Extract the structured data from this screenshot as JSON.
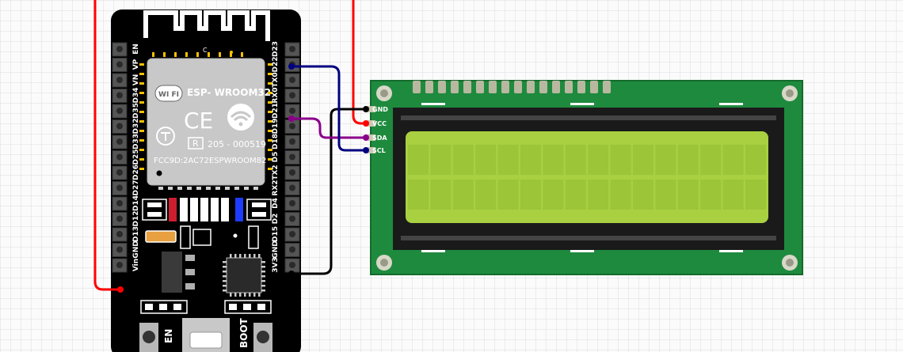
{
  "esp32": {
    "module_name": "ESP- WROOM32",
    "wifi_logo": "WI FI",
    "ce_mark": "CE",
    "shield_letter": "C",
    "r_mark": "R",
    "cert_number": "205 - 000519",
    "fcc_id": "FCC9D:2AC72ESPWROOM82",
    "left_pins": [
      "EN",
      "VP",
      "VN",
      "D34",
      "D35",
      "D32",
      "D33",
      "D25",
      "D26",
      "D27",
      "D14",
      "D12",
      "D13",
      "GND",
      "Vin"
    ],
    "right_pins": [
      "D23",
      "D22",
      "TX0",
      "RX0",
      "D21",
      "D19",
      "D18",
      "D5",
      "TX2",
      "RX2",
      "D4",
      "D2",
      "D15",
      "GND",
      "3V3"
    ],
    "en_button_label": "EN",
    "boot_button_label": "BOOT"
  },
  "lcd": {
    "pins": [
      "GND",
      "VCC",
      "SDA",
      "SCL"
    ]
  },
  "wire_colors": {
    "power": "#ff0000",
    "ground": "#000000",
    "sda": "#8b008b",
    "scl": "#000080"
  },
  "colors": {
    "board": "#000000",
    "lcd_pcb": "#1e8a3e",
    "lcd_screen": "#a8d040",
    "grid": "#d9d9d9"
  }
}
